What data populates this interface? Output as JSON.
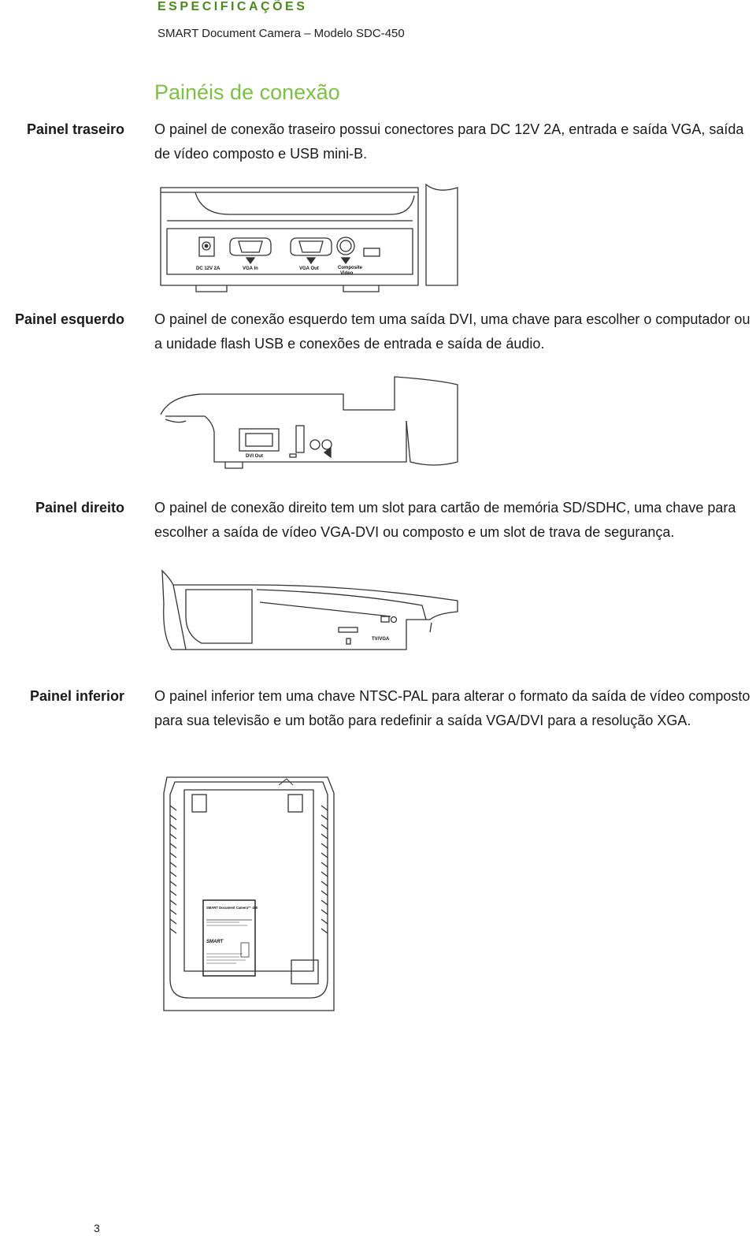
{
  "header": {
    "kicker": "ESPECIFICAÇÕES",
    "subtitle": "SMART Document Camera – Modelo SDC-450"
  },
  "section": {
    "title": "Painéis de conexão"
  },
  "panels": [
    {
      "label": "Painel traseiro",
      "text": "O painel de conexão traseiro possui conectores para DC 12V 2A, entrada e saída VGA, saída de vídeo composto e USB mini-B.",
      "port_labels": [
        "DC 12V 2A",
        "VGA In",
        "VGA Out",
        "Composite",
        "Video"
      ]
    },
    {
      "label": "Painel esquerdo",
      "text": "O painel de conexão esquerdo tem uma saída DVI, uma chave para escolher o computador ou a unidade flash USB e conexões de entrada e saída de áudio.",
      "port_labels": [
        "DVI Out"
      ]
    },
    {
      "label": "Painel direito",
      "text": "O painel de conexão direito tem um slot para cartão de memória SD/SDHC, uma chave para escolher a saída de vídeo VGA-DVI ou composto e um slot de trava de segurança.",
      "port_labels": [
        "TV/VGA"
      ]
    },
    {
      "label": "Painel inferior",
      "text": "O painel inferior tem uma chave NTSC-PAL para alterar o formato da saída de vídeo composto para sua televisão e um botão para redefinir a saída VGA/DVI para a resolução XGA.",
      "port_labels": [
        "SMART Document Camera™ 450",
        "SMART"
      ]
    }
  ],
  "footer": {
    "page_number": "3"
  }
}
